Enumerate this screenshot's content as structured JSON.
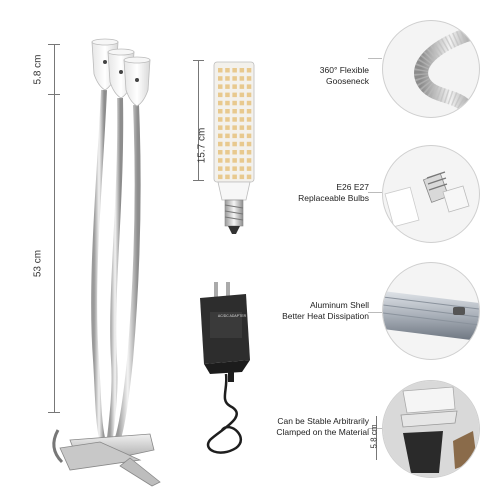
{
  "dimensions": {
    "cup_height": "5.8 cm",
    "lamp_length": "53 cm",
    "bulb_length": "15.7 cm",
    "clip_height": "5.8 cm"
  },
  "features": [
    {
      "line1": "360° Flexible",
      "line2": "Gooseneck",
      "icon": "gooseneck-closeup"
    },
    {
      "line1": "E26 E27",
      "line2": "Replaceable Bulbs",
      "icon": "bulb-base-closeup"
    },
    {
      "line1": "Aluminum Shell",
      "line2": "Better Heat Dissipation",
      "icon": "aluminum-shell-closeup"
    },
    {
      "line1": "Can be Stable Arbitrarily",
      "line2": "Clamped on the Material",
      "icon": "clamp-closeup"
    }
  ],
  "adapter_label": "AC/DC ADAPTER"
}
